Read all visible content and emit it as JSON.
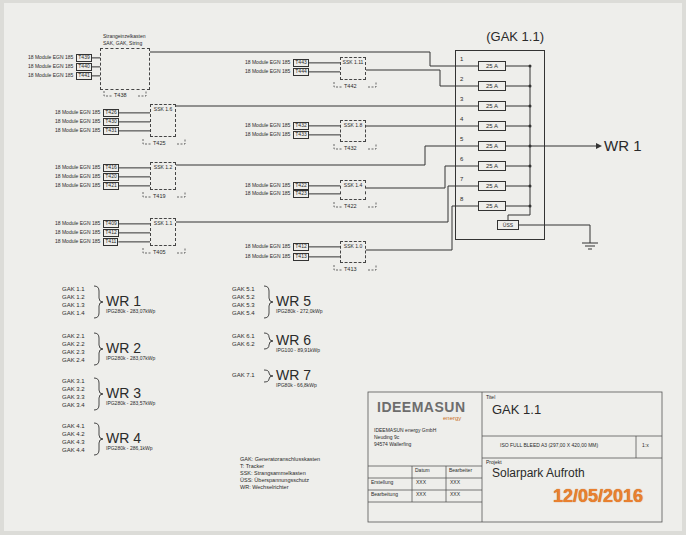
{
  "diagram": {
    "nodes": [
      {
        "text": [
          "18 Module EGN 185",
          "T439"
        ]
      },
      {
        "text": [
          "18 Module EGN 185",
          "T440"
        ]
      },
      {
        "text": [
          "18 Module EGN 185",
          "T441"
        ]
      },
      {
        "text": [
          "Strangeinzelkasten",
          "SAK, GAK, String"
        ]
      },
      {
        "text": [
          "18 Module EGN 185",
          "T443"
        ]
      },
      {
        "text": [
          "18 Module EGN 185",
          "T444"
        ]
      },
      {
        "text": [
          "SSK 1.11"
        ]
      },
      {
        "text": [
          "18 Module EGN 185",
          "T426"
        ]
      },
      {
        "text": [
          "18 Module EGN 185",
          "T430"
        ]
      },
      {
        "text": [
          "18 Module EGN 185",
          "T431"
        ]
      },
      {
        "text": [
          "SSK 1.6"
        ]
      },
      {
        "text": [
          "18 Module EGN 185",
          "T432"
        ]
      },
      {
        "text": [
          "18 Module EGN 185",
          "T433"
        ]
      },
      {
        "text": [
          "SSK 1.8"
        ]
      },
      {
        "text": [
          "18 Module EGN 185",
          "T416"
        ]
      },
      {
        "text": [
          "18 Module EGN 185",
          "T420"
        ]
      },
      {
        "text": [
          "18 Module EGN 185",
          "T421"
        ]
      },
      {
        "text": [
          "SSK 1.2"
        ]
      },
      {
        "text": [
          "18 Module EGN 185",
          "T422"
        ]
      },
      {
        "text": [
          "18 Module EGN 185",
          "T423"
        ]
      },
      {
        "text": [
          "SSK 1.4"
        ]
      },
      {
        "text": [
          "18 Module EGN 185",
          "T409"
        ]
      },
      {
        "text": [
          "18 Module EGN 185",
          "T412"
        ]
      },
      {
        "text": [
          "18 Module EGN 185",
          "T411"
        ]
      },
      {
        "text": [
          "SSK 1.1"
        ]
      },
      {
        "text": [
          "18 Module EGN 185",
          "T412"
        ]
      },
      {
        "text": [
          "18 Module EGN 185",
          "T413"
        ]
      },
      {
        "text": [
          "SSK 1.0"
        ]
      },
      {
        "text": [
          "(GAK 1.1)"
        ]
      },
      {
        "text": [
          "25 A"
        ],
        "in": 28
      },
      {
        "text": [
          "25 A"
        ],
        "in": 28
      },
      {
        "text": [
          "25 A"
        ],
        "in": 28
      },
      {
        "text": [
          "25 A"
        ],
        "in": 28
      },
      {
        "text": [
          "25 A"
        ],
        "in": 28
      },
      {
        "text": [
          "25 A"
        ],
        "in": 28
      },
      {
        "text": [
          "25 A"
        ],
        "in": 28
      },
      {
        "text": [
          "25 A"
        ],
        "in": 28
      },
      {
        "text": [
          "ÜSS"
        ],
        "in": 28
      }
    ],
    "edges": [
      {
        "from": 0,
        "to": 3,
        "arrow": "none"
      },
      {
        "from": 1,
        "to": 3,
        "arrow": "none"
      },
      {
        "from": 2,
        "to": 3,
        "arrow": "none"
      },
      {
        "from": 4,
        "to": 6,
        "arrow": "none"
      },
      {
        "from": 5,
        "to": 6,
        "arrow": "none"
      },
      {
        "from": 7,
        "to": 10,
        "arrow": "none"
      },
      {
        "from": 8,
        "to": 10,
        "arrow": "none"
      },
      {
        "from": 9,
        "to": 10,
        "arrow": "none"
      },
      {
        "from": 11,
        "to": 13,
        "arrow": "none"
      },
      {
        "from": 12,
        "to": 13,
        "arrow": "none"
      },
      {
        "from": 14,
        "to": 17,
        "arrow": "none"
      },
      {
        "from": 15,
        "to": 17,
        "arrow": "none"
      },
      {
        "from": 16,
        "to": 17,
        "arrow": "none"
      },
      {
        "from": 18,
        "to": 20,
        "arrow": "none"
      },
      {
        "from": 19,
        "to": 20,
        "arrow": "none"
      },
      {
        "from": 21,
        "to": 24,
        "arrow": "none"
      },
      {
        "from": 22,
        "to": 24,
        "arrow": "none"
      },
      {
        "from": 23,
        "to": 24,
        "arrow": "none"
      },
      {
        "from": 25,
        "to": 27,
        "arrow": "none"
      },
      {
        "from": 26,
        "to": 27,
        "arrow": "none"
      },
      {
        "from": 3,
        "to": 29,
        "arrow": "none"
      },
      {
        "from": 6,
        "to": 30,
        "arrow": "none"
      },
      {
        "from": 10,
        "to": 31,
        "arrow": "none"
      },
      {
        "from": 13,
        "to": 32,
        "arrow": "none"
      },
      {
        "from": 17,
        "to": 33,
        "arrow": "none"
      },
      {
        "from": 20,
        "to": 34,
        "arrow": "none"
      },
      {
        "from": 24,
        "to": 35,
        "arrow": "none"
      },
      {
        "from": 27,
        "to": 36,
        "arrow": "none"
      }
    ],
    "labels": [
      "1",
      "2",
      "3",
      "4",
      "5",
      "6",
      "7",
      "8",
      "T438",
      "T442",
      "T425",
      "T432",
      "T419",
      "T422",
      "T405",
      "T413",
      "WR 1",
      "GAK 1.1",
      "GAK 1.2",
      "GAK 1.3",
      "GAK 1.4",
      "WR 1",
      "IPG280k - 283,07kWp",
      "GAK 2.1",
      "GAK 2.2",
      "GAK 2.3",
      "GAK 2.4",
      "WR 2",
      "IPG280k - 283,07kWp",
      "GAK 3.1",
      "GAK 3.2",
      "GAK 3.3",
      "GAK 3.4",
      "WR 3",
      "IPG280k - 283,57kWp",
      "GAK 4.1",
      "GAK 4.2",
      "GAK 4.3",
      "GAK 4.4",
      "WR 4",
      "IPG280k - 286,1kWp",
      "GAK 5.1",
      "GAK 5.2",
      "GAK 5.3",
      "GAK 5.4",
      "WR 5",
      "IPG280k - 272,0kWp",
      "GAK 6.1",
      "GAK 6.2",
      "WR 6",
      "IPG100 - 89,91kWp",
      "GAK 7.1",
      "WR 7",
      "IPG80k - 66,8kWp",
      "GAK: Generatoranschlusskasten",
      "T: Tracker",
      "SSK: Strangsammelkasten",
      "ÜSS: Überspannungsschutz",
      "WR: Wechselrichter",
      "IDEEMASUN",
      "energy",
      "IDEEMASUN energy GmbH",
      "Neuding 9c",
      "94574 Wallerfing",
      "Titel",
      "GAK 1.1",
      "ISO FULL BLEED A3 (297,00 X 420,00 MM)",
      "1:x",
      "Projekt",
      "Solarpark Aufroth",
      "Datum",
      "Bearbeiter",
      "Erstellung",
      "XXX",
      "XXX",
      "Bearbeitung",
      "XXX",
      "XXX",
      "12/05/2016"
    ]
  }
}
